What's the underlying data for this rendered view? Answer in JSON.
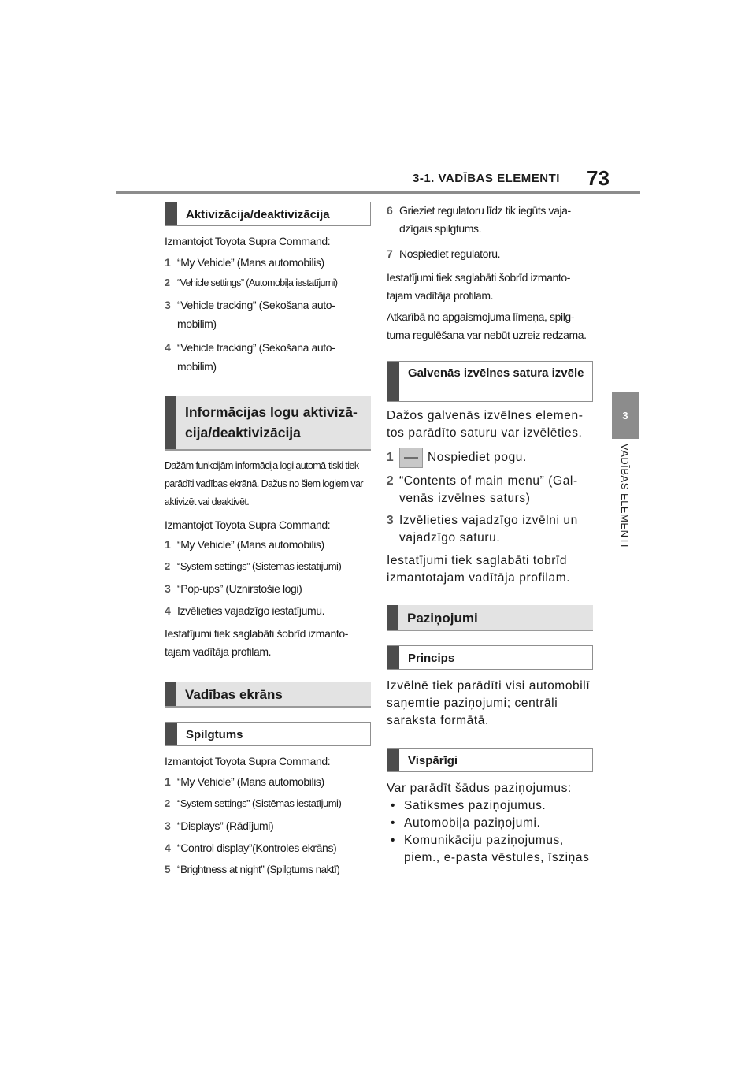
{
  "header": {
    "section": "3-1. VADĪBAS ELEMENTI",
    "page_number": "73"
  },
  "side": {
    "tab": "3",
    "label": "VADĪBAS ELEMENTI"
  },
  "left": {
    "h1": "Aktivizācija/deaktivizācija",
    "p1": "Izmantojot Toyota Supra Command:",
    "steps1": [
      {
        "n": "1",
        "t": "“My Vehicle” (Mans automobilis)"
      },
      {
        "n": "2",
        "t": "“Vehicle settings” (Automobiļa iestatījumi)"
      },
      {
        "n": "3",
        "t": "“Vehicle tracking” (Sekošana auto-mobilim)"
      },
      {
        "n": "4",
        "t": "“Vehicle tracking” (Sekošana auto-mobilim)"
      }
    ],
    "h2": "Informācijas logu aktivizā-cija/deaktivizācija",
    "p2": "Dažām funkcijām informācija logi automā-tiski tiek parādīti vadības ekrānā. Dažus no šiem logiem var aktivizēt vai deaktivēt.",
    "p3": "Izmantojot Toyota Supra Command:",
    "steps2": [
      {
        "n": "1",
        "t": "“My Vehicle” (Mans automobilis)"
      },
      {
        "n": "2",
        "t": "“System settings” (Sistēmas iestatījumi)"
      },
      {
        "n": "3",
        "t": "“Pop-ups” (Uznirstošie logi)"
      },
      {
        "n": "4",
        "t": "Izvēlieties vajadzīgo iestatījumu."
      }
    ],
    "p4": "Iestatījumi tiek saglabāti šobrīd izmanto-tajam vadītāja profilam.",
    "h3": "Vadības ekrāns",
    "h4": "Spilgtums",
    "p5": "Izmantojot Toyota Supra Command:",
    "steps3": [
      {
        "n": "1",
        "t": "“My Vehicle” (Mans automobilis)"
      },
      {
        "n": "2",
        "t": "“System settings” (Sistēmas iestatījumi)"
      },
      {
        "n": "3",
        "t": "“Displays” (Rādījumi)"
      },
      {
        "n": "4",
        "t": "“Control display”(Kontroles ekrāns)"
      },
      {
        "n": "5",
        "t": "“Brightness at night” (Spilgtums naktī)"
      }
    ]
  },
  "right": {
    "steps1": [
      {
        "n": "6",
        "t": "Grieziet regulatoru līdz tik iegūts vaja-dzīgais spilgtums."
      },
      {
        "n": "7",
        "t": "Nospiediet regulatoru."
      }
    ],
    "p1": "Iestatījumi tiek saglabāti šobrīd izmanto-tajam vadītāja profilam.",
    "p2": "Atkarībā no apgaismojuma līmeņa, spilg-tuma regulēšana var nebūt uzreiz redzama.",
    "h1": "Galvenās izvēlnes satura izvēle",
    "p3": "Dažos galvenās izvēlnes elemen-tos parādīto saturu var izvēlēties.",
    "steps2": [
      {
        "n": "1",
        "t": "Nospiediet pogu."
      },
      {
        "n": "2",
        "t": "“Contents of main menu” (Gal-venās izvēlnes saturs)"
      },
      {
        "n": "3",
        "t": "Izvēlieties vajadzīgo izvēlni un vajadzīgo saturu."
      }
    ],
    "p4": "Iestatījumi tiek saglabāti tobrīd izmantotajam vadītāja profilam.",
    "h2": "Paziņojumi",
    "h3": "Princips",
    "p5": "Izvēlnē tiek parādīti visi automobilī saņemtie paziņojumi; centrāli saraksta formātā.",
    "h4": "Vispārīgi",
    "p6": "Var parādīt šādus paziņojumus:",
    "bullets": [
      "Satiksmes paziņojumus.",
      "Automobiļa paziņojumi.",
      "Komunikāciju paziņojumus, piem., e-pasta vēstules, īsziņas"
    ]
  }
}
